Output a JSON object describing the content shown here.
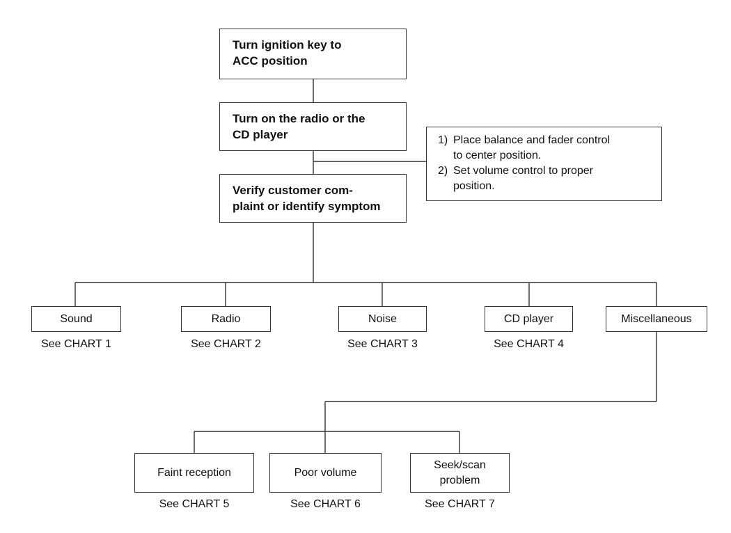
{
  "flow": {
    "step1": "Turn ignition key to\nACC position",
    "step2": "Turn on the radio or the\nCD player",
    "step3": "Verify customer com-\nplaint  or identify symptom"
  },
  "note": {
    "items": [
      {
        "num": "1)",
        "text": "Place balance and fader control\nto center position."
      },
      {
        "num": "2)",
        "text": "Set volume control to proper\nposition."
      }
    ]
  },
  "categories": [
    {
      "label": "Sound",
      "chart": "See CHART 1"
    },
    {
      "label": "Radio",
      "chart": "See CHART 2"
    },
    {
      "label": "Noise",
      "chart": "See CHART 3"
    },
    {
      "label": "CD player",
      "chart": "See CHART 4"
    },
    {
      "label": "Miscellaneous",
      "chart": ""
    }
  ],
  "misc_items": [
    {
      "label": "Faint reception",
      "chart": "See CHART 5"
    },
    {
      "label": "Poor volume",
      "chart": "See CHART 6"
    },
    {
      "label": "Seek/scan\nproblem",
      "chart": "See CHART 7"
    }
  ]
}
